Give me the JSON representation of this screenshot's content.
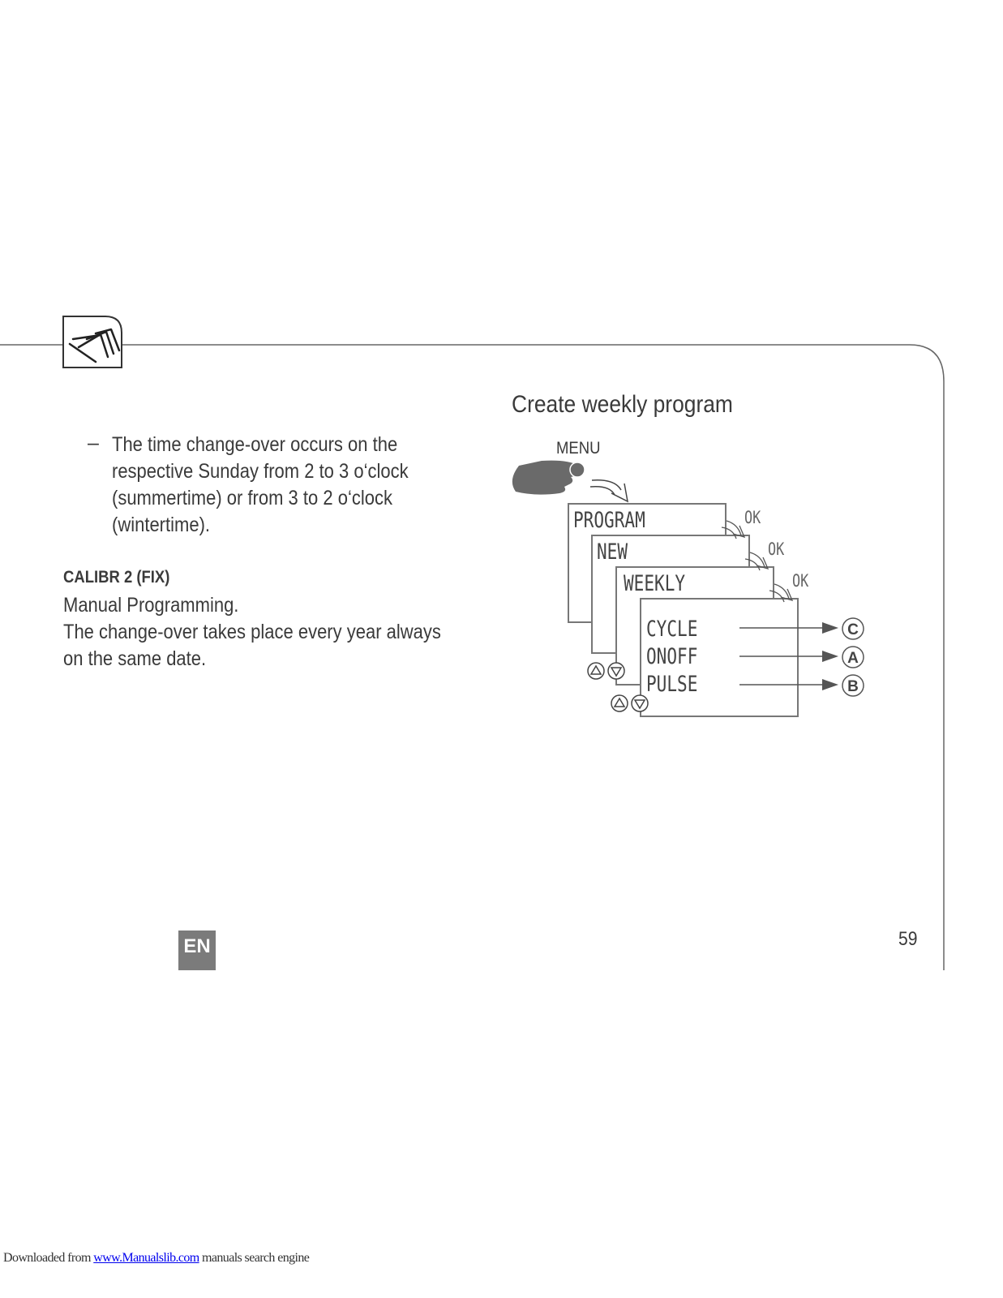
{
  "left_column": {
    "bullet": {
      "dash": "–",
      "lines": [
        "The time change-over occurs on the",
        "respective Sunday from 2 to 3 o‘clock",
        "(summertime) or from 3 to 2 o‘clock",
        "(wintertime)."
      ]
    },
    "calibr": {
      "title": "CALIBR 2 (FIX)",
      "lines": [
        "Manual Programming.",
        "The change-over takes place every year always",
        "on the same date."
      ]
    }
  },
  "diagram": {
    "title": "Create weekly program",
    "menu_label": "MENU",
    "screens": {
      "program": "PROGRAM",
      "new": "NEW",
      "weekly": "WEEKLY"
    },
    "ok_labels": [
      "OK",
      "OK",
      "OK"
    ],
    "options": [
      {
        "label": "CYCLE",
        "marker": "C"
      },
      {
        "label": "ONOFF",
        "marker": "A"
      },
      {
        "label": "PULSE",
        "marker": "B"
      }
    ],
    "icons": [
      "pointing-hand-icon",
      "curved-arrow-icon",
      "up-arrow-button-icon",
      "down-arrow-button-icon"
    ]
  },
  "page": {
    "number": "59",
    "language": "EN",
    "section_icon": "hand-pointer-icon"
  },
  "footer": {
    "prefix": "Downloaded from ",
    "link_text": "www.Manualslib.com",
    "suffix": " manuals search engine"
  }
}
